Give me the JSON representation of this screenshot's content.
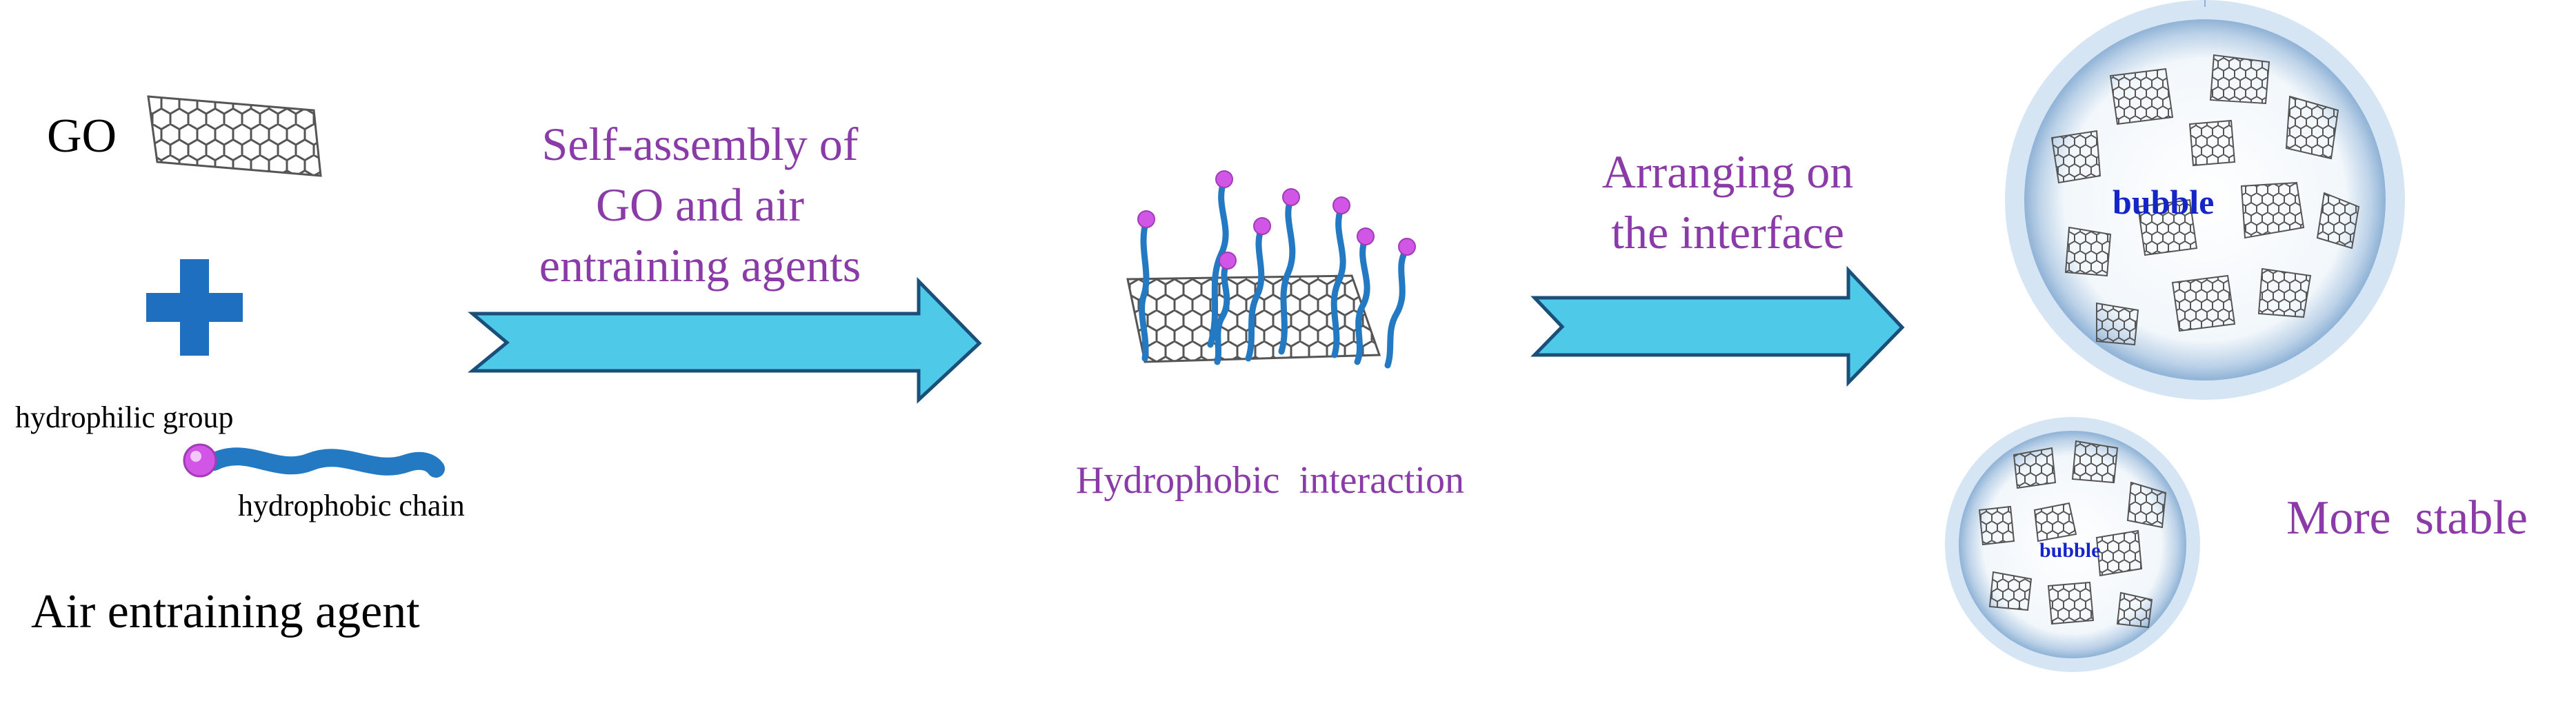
{
  "labels": {
    "go": "GO",
    "hydrophilic_group": "hydrophilic group",
    "hydrophobic_chain": "hydrophobic chain",
    "air_entraining_agent": "Air entraining agent",
    "step1": [
      "Self-assembly of",
      "GO and air",
      "entraining agents"
    ],
    "step2": [
      "Arranging on",
      "the interface"
    ],
    "hydrophobic_interaction": "Hydrophobic  interaction",
    "bubble_large": "bubble",
    "bubble_small": "bubble",
    "more_stable": "More  stable"
  },
  "colors": {
    "arrow_fill": "#4fc9e8",
    "arrow_stroke": "#1a4f7a",
    "plus": "#1e6fc0",
    "chain": "#2379c2",
    "head": "#d256e6",
    "graphene": "#555555",
    "text_purple": "#8a3ba8",
    "bubble_text": "#1526c8"
  }
}
